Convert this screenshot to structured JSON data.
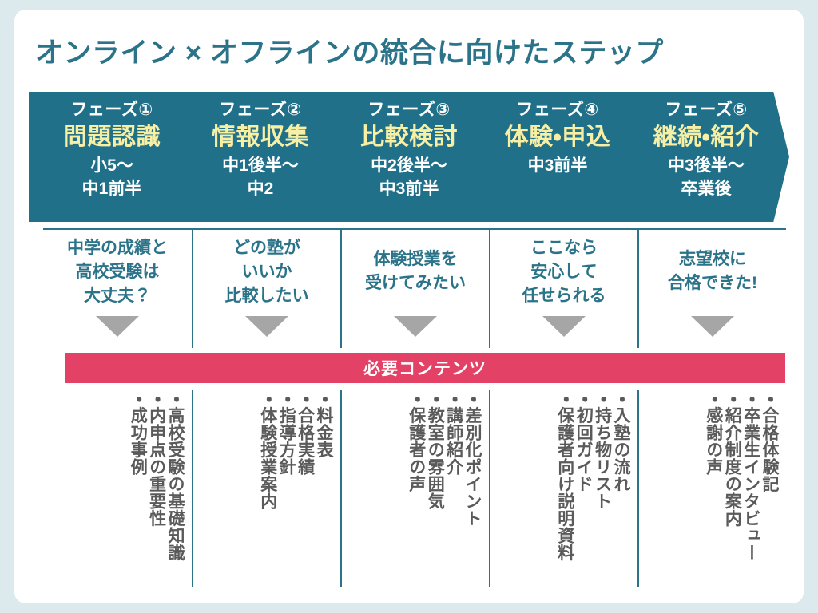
{
  "page": {
    "title": "オンライン × オフラインの統合に向けたステップ",
    "background_color": "#dce9ed",
    "card_color": "#ffffff",
    "accent_color": "#21708a",
    "highlight_color": "#f7efa4",
    "banner_color": "#e34165",
    "arrow_color": "#a6a6a6",
    "list_text_color": "#5a5a5a"
  },
  "banner": {
    "label": "必要コンテンツ"
  },
  "phases": [
    {
      "num": "フェーズ①",
      "name": "問題認識",
      "period_line1": "小5〜",
      "period_line2": "中1前半",
      "quote_line1": "中学の成績と",
      "quote_line2": "高校受験は",
      "quote_line3": "大丈夫？",
      "contents": [
        "高校受験の基礎知識",
        "内申点の重要性",
        "成功事例"
      ]
    },
    {
      "num": "フェーズ②",
      "name": "情報収集",
      "period_line1": "中1後半〜",
      "period_line2": "中2",
      "quote_line1": "どの塾が",
      "quote_line2": "いいか",
      "quote_line3": "比較したい",
      "contents": [
        "料金表",
        "合格実績",
        "指導方針",
        "体験授業案内"
      ]
    },
    {
      "num": "フェーズ③",
      "name": "比較検討",
      "period_line1": "中2後半〜",
      "period_line2": "中3前半",
      "quote_line1": "体験授業を",
      "quote_line2": "受けてみたい",
      "quote_line3": "",
      "contents": [
        "差別化ポイント",
        "講師紹介",
        "教室の雰囲気",
        "保護者の声"
      ]
    },
    {
      "num": "フェーズ④",
      "name": "体験・申込",
      "period_line1": "中3前半",
      "period_line2": "",
      "quote_line1": "ここなら",
      "quote_line2": "安心して",
      "quote_line3": "任せられる",
      "contents": [
        "入塾の流れ",
        "持ち物リスト",
        "初回ガイド",
        "保護者向け説明資料"
      ]
    },
    {
      "num": "フェーズ⑤",
      "name": "継続・紹介",
      "period_line1": "中3後半〜",
      "period_line2": "卒業後",
      "quote_line1": "志望校に",
      "quote_line2": "合格できた!",
      "quote_line3": "",
      "contents": [
        "合格体験記",
        "卒業生インタビュー",
        "紹介制度の案内",
        "感謝の声"
      ]
    }
  ]
}
